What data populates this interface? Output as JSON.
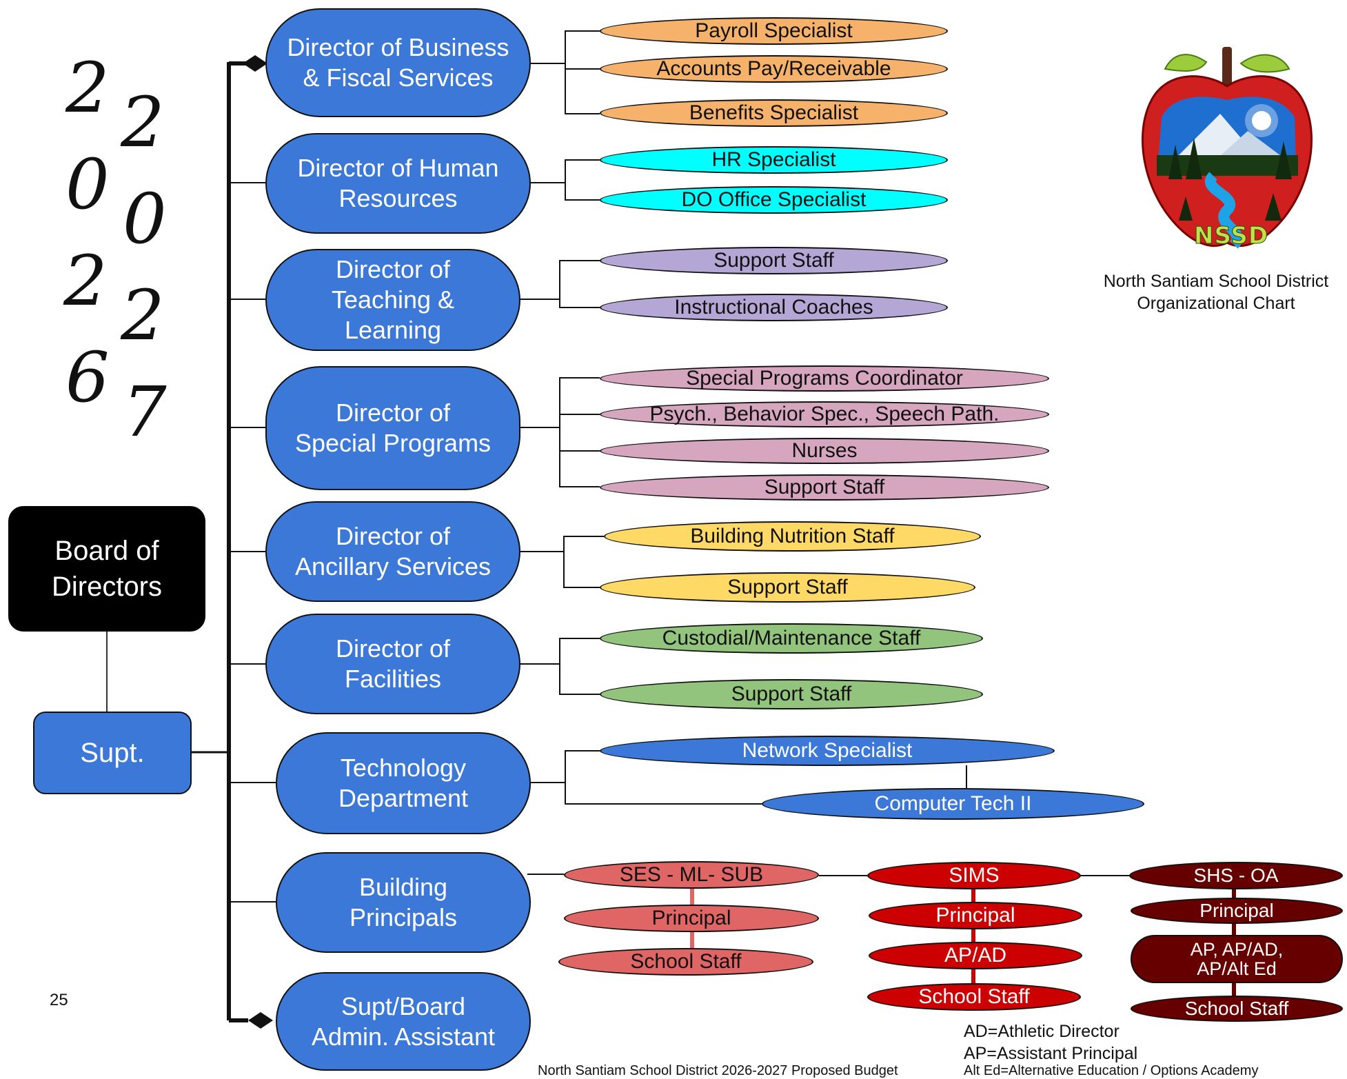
{
  "year": {
    "top": [
      "2",
      "0",
      "2",
      "6"
    ],
    "bottom": [
      "2",
      "0",
      "2",
      "7"
    ]
  },
  "board": "Board of\nDirectors",
  "supt": "Supt.",
  "page_number": "25",
  "org_caption": {
    "line1": "North Santiam School District",
    "line2": "Organizational Chart"
  },
  "logo_text": "NSSD",
  "directors": [
    {
      "label": "Director of Business\n& Fiscal Services",
      "staff": [
        "Payroll Specialist",
        "Accounts Pay/Receivable",
        "Benefits Specialist"
      ],
      "color": "#f6b26b"
    },
    {
      "label": "Director of Human\nResources",
      "staff": [
        "HR Specialist",
        "DO Office Specialist"
      ],
      "color": "#00ffff"
    },
    {
      "label": "Director of\nTeaching &\nLearning",
      "staff": [
        "Support Staff",
        "Instructional Coaches"
      ],
      "color": "#b4a7d6"
    },
    {
      "label": "Director of\nSpecial Programs",
      "staff": [
        "Special Programs Coordinator",
        "Psych., Behavior Spec., Speech Path.",
        "Nurses",
        "Support Staff"
      ],
      "color": "#d5a6bd"
    },
    {
      "label": "Director of\nAncillary Services",
      "staff": [
        "Building Nutrition Staff",
        "Support Staff"
      ],
      "color": "#ffd966"
    },
    {
      "label": "Director of\nFacilities",
      "staff": [
        "Custodial/Maintenance Staff",
        "Support Staff"
      ],
      "color": "#93c47d"
    },
    {
      "label": "Technology\nDepartment",
      "staff": [
        "Network Specialist",
        "Computer Tech II"
      ],
      "color": "#3b78d8"
    },
    {
      "label": "Building\nPrincipals",
      "staff": [],
      "color": "#3b78d8"
    },
    {
      "label": "Supt/Board\nAdmin. Assistant",
      "staff": [],
      "color": "#3b78d8"
    }
  ],
  "schools": [
    {
      "name": "SES - ML- SUB",
      "roles": [
        "Principal",
        "School Staff"
      ],
      "color": "#e06666",
      "text_color": "#111111"
    },
    {
      "name": "SIMS",
      "roles": [
        "Principal",
        "AP/AD",
        "School Staff"
      ],
      "color": "#cc0000",
      "text_color": "#ffffff"
    },
    {
      "name": "SHS - OA",
      "roles": [
        "Principal",
        "AP, AP/AD,\nAP/Alt Ed",
        "School Staff"
      ],
      "color": "#660000",
      "text_color": "#ffffff"
    }
  ],
  "legend": [
    "AD=Athletic Director",
    "AP=Assistant Principal"
  ],
  "footer_partial": {
    "left": "North Santiam School District 2026-2027 Proposed Budget",
    "right": "Alt Ed=Alternative Education / Options Academy"
  }
}
